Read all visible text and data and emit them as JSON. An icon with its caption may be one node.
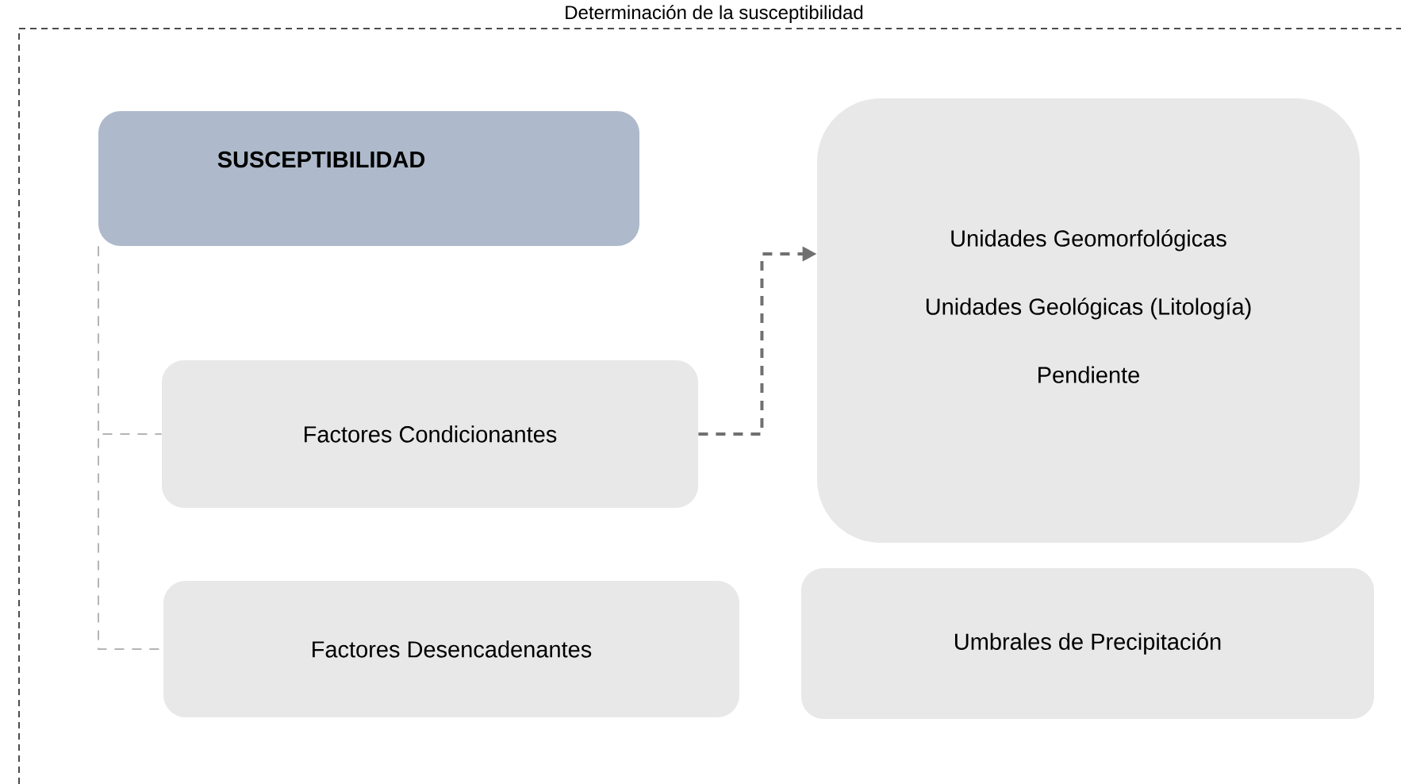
{
  "diagram": {
    "title": "Determinación de la susceptibilidad",
    "nodes": [
      {
        "text": [
          "SUSCEPTIBILIDAD"
        ]
      },
      {
        "text": [
          "Factores Condicionantes"
        ]
      },
      {
        "text": [
          "Factores Desencadenantes"
        ]
      },
      {
        "text": [
          "Unidades Geomorfológicas",
          "Unidades Geológicas (Litología)",
          "Pendiente"
        ]
      },
      {
        "text": [
          "Umbrales de Precipitación"
        ]
      }
    ],
    "edges": [
      {
        "from": 0,
        "to": 1,
        "arrow": "none",
        "style": "dashed"
      },
      {
        "from": 0,
        "to": 2,
        "arrow": "none",
        "style": "dashed"
      },
      {
        "from": 1,
        "to": 3,
        "arrow": "to",
        "style": "dashed",
        "color": "#707070"
      }
    ]
  }
}
